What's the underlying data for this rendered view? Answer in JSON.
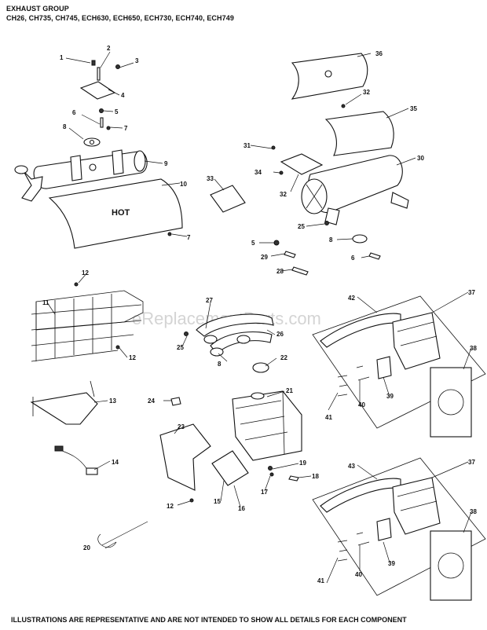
{
  "header": {
    "title": "EXHAUST GROUP",
    "models": "CH26, CH735, CH745, ECH630, ECH650, ECH730, ECH740, ECH749"
  },
  "watermark": "eReplacementParts.com",
  "footer": "ILLUSTRATIONS ARE REPRESENTATIVE AND ARE NOT INTENDED TO SHOW ALL DETAILS FOR EACH COMPONENT",
  "muffler_text": "HOT",
  "callouts": [
    "1",
    "2",
    "3",
    "4",
    "5",
    "6",
    "7",
    "8",
    "9",
    "10",
    "7",
    "36",
    "32",
    "35",
    "31",
    "34",
    "32",
    "33",
    "30",
    "25",
    "5",
    "8",
    "29",
    "6",
    "28",
    "12",
    "11",
    "12",
    "13",
    "27",
    "26",
    "25",
    "8",
    "22",
    "21",
    "24",
    "23",
    "14",
    "19",
    "18",
    "17",
    "12",
    "15",
    "16",
    "20",
    "42",
    "37",
    "38",
    "41",
    "40",
    "39",
    "43",
    "37",
    "38",
    "41",
    "40",
    "39"
  ]
}
